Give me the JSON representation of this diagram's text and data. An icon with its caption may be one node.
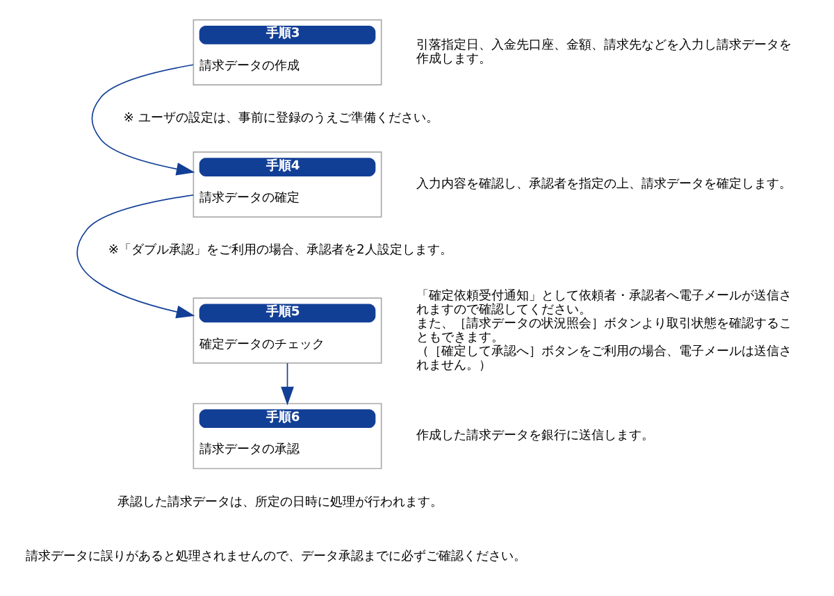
{
  "diagram": {
    "nodes": [
      {
        "text": [
          "手順3",
          "請求データの作成"
        ],
        "beside": [
          "引落指定日、入金先口座、金額、請求先などを入力し請求データを作成します。"
        ]
      },
      {
        "text": [
          "手順4",
          "請求データの確定"
        ],
        "beside": [
          "入力内容を確認し、承認者を指定の上、請求データを確定します。"
        ]
      },
      {
        "text": [
          "手順5",
          "確定データのチェック"
        ],
        "beside": [
          "「確定依頼受付通知」として依頼者・承認者へ電子メールが送信されますので確認してください。",
          "また、［請求データの状況照会］ボタンより取引状態を確認することもできます。",
          "（［確定して承認へ］ボタンをご利用の場合、電子メールは送信されません。）"
        ]
      },
      {
        "text": [
          "手順6",
          "請求データの承認"
        ],
        "beside": [
          "作成した請求データを銀行に送信します。"
        ]
      }
    ],
    "edges": [
      {
        "from": 0,
        "to": 1,
        "arrow": "to"
      },
      {
        "from": 1,
        "to": 2,
        "arrow": "to"
      },
      {
        "from": 2,
        "to": 3,
        "arrow": "to"
      }
    ],
    "labels": [
      "※ ユーザの設定は、事前に登録のうえご準備ください。",
      "※「ダブル承認」をご利用の場合、承認者を2人設定します。",
      "承認した請求データは、所定の日時に処理が行われます。",
      "請求データに誤りがあると処理されませんので、データ承認までに必ずご確認ください。"
    ]
  }
}
